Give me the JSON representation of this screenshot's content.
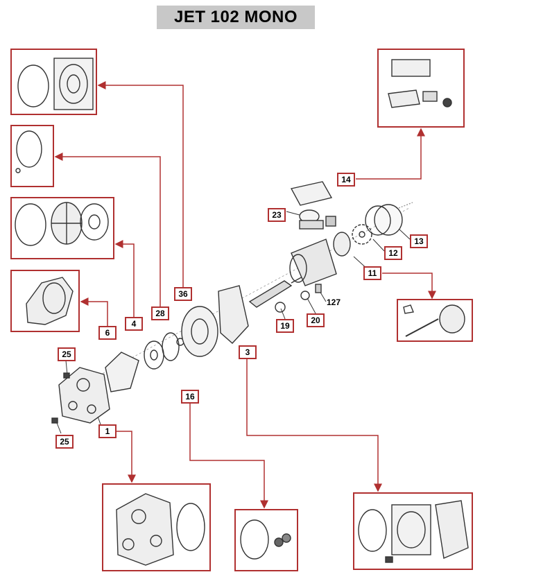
{
  "title": "JET 102 MONO",
  "colors": {
    "leader": "#b03030",
    "part": "#333333",
    "title_bg": "#c8c8c8"
  },
  "parts": {
    "p1": "1",
    "p3": "3",
    "p4": "4",
    "p6": "6",
    "p11": "11",
    "p12": "12",
    "p13": "13",
    "p14": "14",
    "p16": "16",
    "p19": "19",
    "p20": "20",
    "p23": "23",
    "p25a": "25",
    "p25b": "25",
    "p28": "28",
    "p36": "36",
    "p127": "127"
  }
}
